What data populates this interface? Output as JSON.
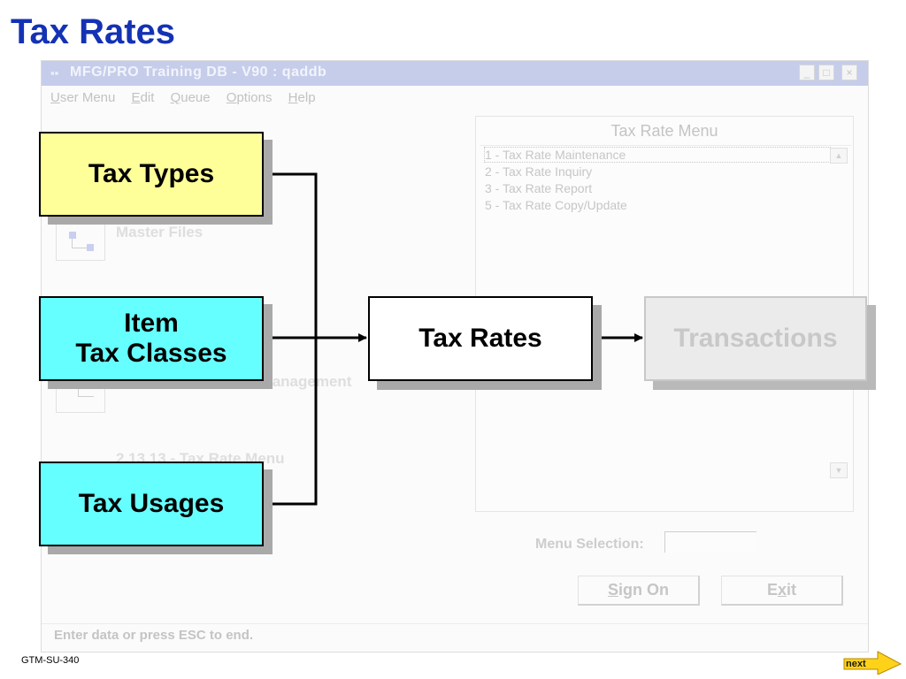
{
  "slide": {
    "title": "Tax Rates",
    "footer_id": "GTM-SU-340",
    "next_label": "next"
  },
  "window": {
    "title_icon": "menu-icon",
    "title": "MFG/PRO Training DB - V90 : qaddb",
    "controls": [
      "_",
      "□",
      "×"
    ],
    "menu": [
      {
        "hotkey": "U",
        "rest": "ser Menu"
      },
      {
        "hotkey": "E",
        "rest": "dit"
      },
      {
        "hotkey": "Q",
        "rest": "ueue"
      },
      {
        "hotkey": "O",
        "rest": "ptions"
      },
      {
        "hotkey": "H",
        "rest": "elp"
      }
    ],
    "left_items": {
      "master_files": "Master Files",
      "partial_s": "s",
      "partial_management": "lanagement",
      "tax_rate_menu": "2.13.13 - Tax Rate Menu"
    },
    "panel": {
      "title": "Tax Rate Menu",
      "rows": [
        "1 - Tax Rate Maintenance",
        "2 - Tax Rate Inquiry",
        "3 - Tax Rate Report",
        "5 - Tax Rate Copy/Update"
      ]
    },
    "menu_selection_label": "Menu Selection:",
    "sign_on": {
      "hotkey": "S",
      "rest": "ign On"
    },
    "exit": {
      "pre": "E",
      "hotkey": "x",
      "rest": "it"
    },
    "status": "Enter data or press ESC to end."
  },
  "diagram": {
    "tax_types": "Tax Types",
    "item_tax_classes_line1": "Item",
    "item_tax_classes_line2": "Tax Classes",
    "tax_usages": "Tax Usages",
    "tax_rates": "Tax Rates",
    "transactions": "Transactions"
  },
  "colors": {
    "title_blue": "#1432b4",
    "tax_types_fill": "#ffff99",
    "cyan_fill": "#66ffff"
  }
}
